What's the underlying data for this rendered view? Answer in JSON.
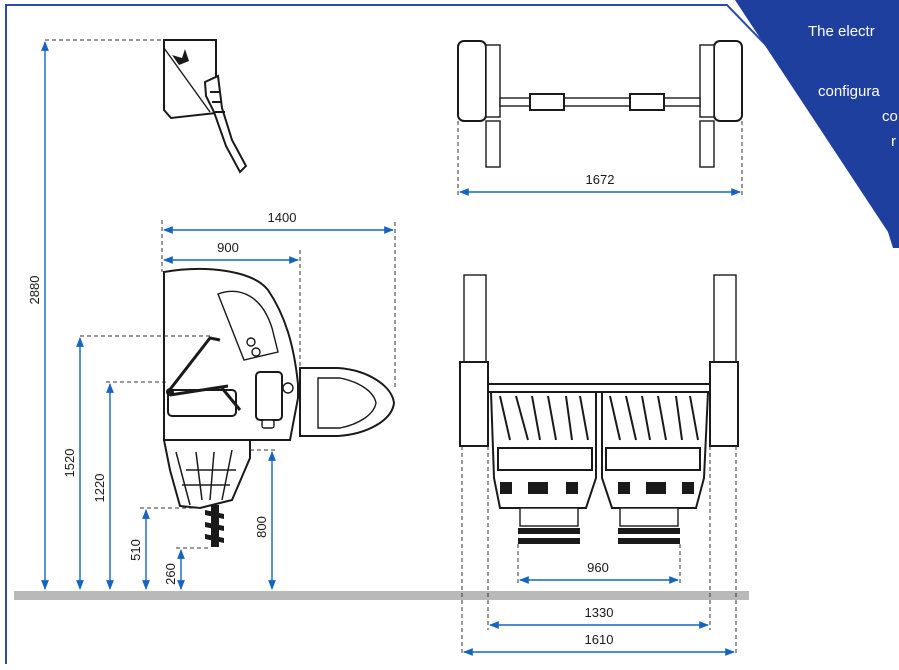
{
  "colors": {
    "frame": "#2f4aa6",
    "dimension": "#1565c0",
    "ground": "#b9b9b9",
    "callout": "#1f3f9e",
    "line": "#1a1a1a"
  },
  "callout": {
    "line1": "The electr",
    "line2": "configura",
    "line3": "co",
    "line4": "r"
  },
  "dimensions": {
    "total_height": "2880",
    "height_1520": "1520",
    "height_1220": "1220",
    "height_510": "510",
    "height_260": "260",
    "height_800": "800",
    "length_1400": "1400",
    "length_900": "900",
    "width_top": "1672",
    "width_960": "960",
    "width_1330": "1330",
    "width_1610": "1610"
  }
}
